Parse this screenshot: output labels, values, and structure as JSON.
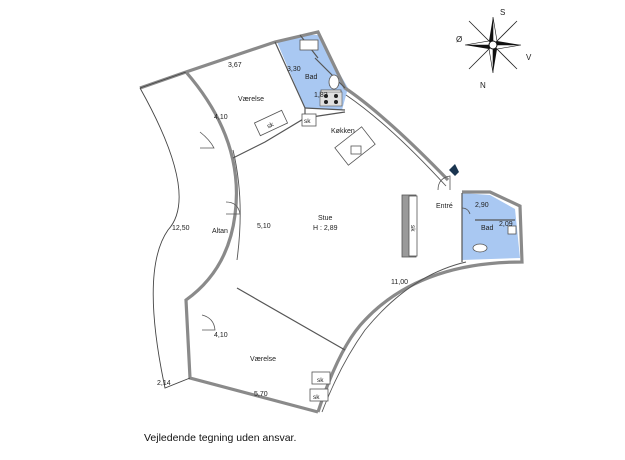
{
  "compass": {
    "n": "N",
    "s": "S",
    "o": "Ø",
    "v": "V"
  },
  "rooms": {
    "room_top": "Værelse",
    "room_bottom": "Værelse",
    "kitchen": "Køkken",
    "living": "Stue",
    "living_height": "H : 2,89",
    "balcony": "Altan",
    "entry": "Entré",
    "bath_top": "Bad",
    "bath_right": "Bad"
  },
  "dimensions": {
    "room_top_width": "3,67",
    "room_top_depth": "4,10",
    "bath_top_a": "3,30",
    "bath_top_b": "1,82",
    "living_depth": "5,10",
    "balcony_length": "12,50",
    "balcony_end": "2,14",
    "living_length": "11,00",
    "room_bottom_depth": "4,10",
    "room_bottom_width": "5,70",
    "bath_right_a": "2,90",
    "bath_right_b": "2,09"
  },
  "closets": {
    "sk1": "sk",
    "sk2": "sk",
    "sk3": "sk",
    "sk4": "sk",
    "sk5": "sk"
  },
  "colors": {
    "bath": "#a9c8f2",
    "wall": "#9a9a9a",
    "wall_dark": "#555555",
    "lines": "#333333"
  },
  "caption": "Vejledende tegning uden ansvar."
}
